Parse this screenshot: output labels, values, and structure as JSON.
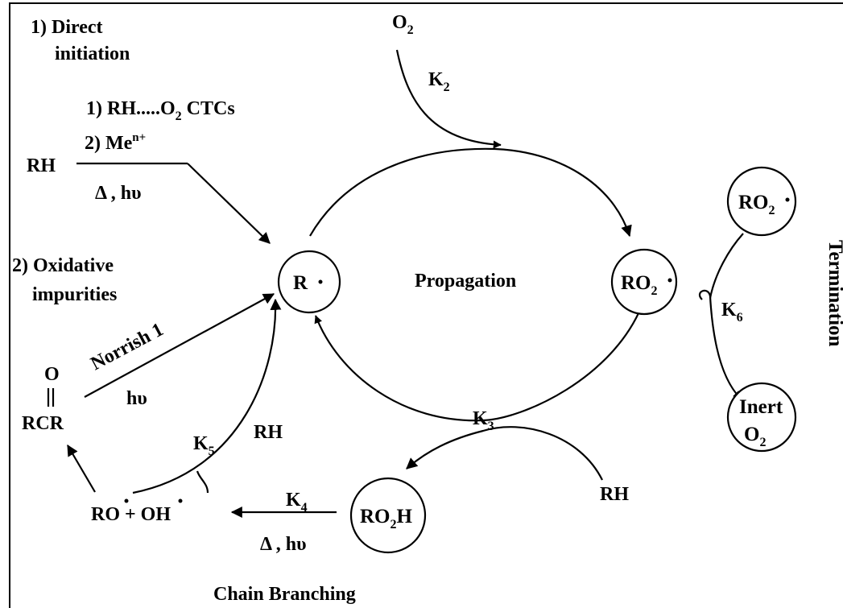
{
  "labels": {
    "direct_1": "1) Direct",
    "direct_2": "initiation",
    "ctc_a": "1) RH.....O",
    "ctc_sub": "2",
    "ctc_b": " CTCs",
    "me_a": "2) Me",
    "me_sup": "n+",
    "rh_left": "RH",
    "delta_hv_top": "Δ ,  hυ",
    "oxid_1": "2) Oxidative",
    "oxid_2": "impurities",
    "o2_top": "O",
    "o2_top_sub": "2",
    "k2": "K",
    "k2_sub": "2",
    "propagation": "Propagation",
    "ro2_right": "RO",
    "ro2_right_sub": "2",
    "ro2_top": "RO",
    "ro2_top_sub": "2",
    "k6": "K",
    "k6_sub": "6",
    "inert_1": "Inert",
    "inert_2": "O",
    "inert_2_sub": "2",
    "termination": "Termination",
    "r_dot": "R",
    "norrish": "Norrish 1",
    "hv_norrish": "hυ",
    "carbonyl_o": "O",
    "rcr": "RCR",
    "k5": "K",
    "k5_sub": "5",
    "rh_mid": "RH",
    "k3": "K",
    "k3_sub": "3",
    "rh_right": "RH",
    "ro2h_a": "RO",
    "ro2h_sub": "2",
    "ro2h_b": "H",
    "ro_oh": "RO   +   OH",
    "k4": "K",
    "k4_sub": "4",
    "delta_hv_bottom": "Δ ,  hυ",
    "chain_branching": "Chain Branching"
  }
}
